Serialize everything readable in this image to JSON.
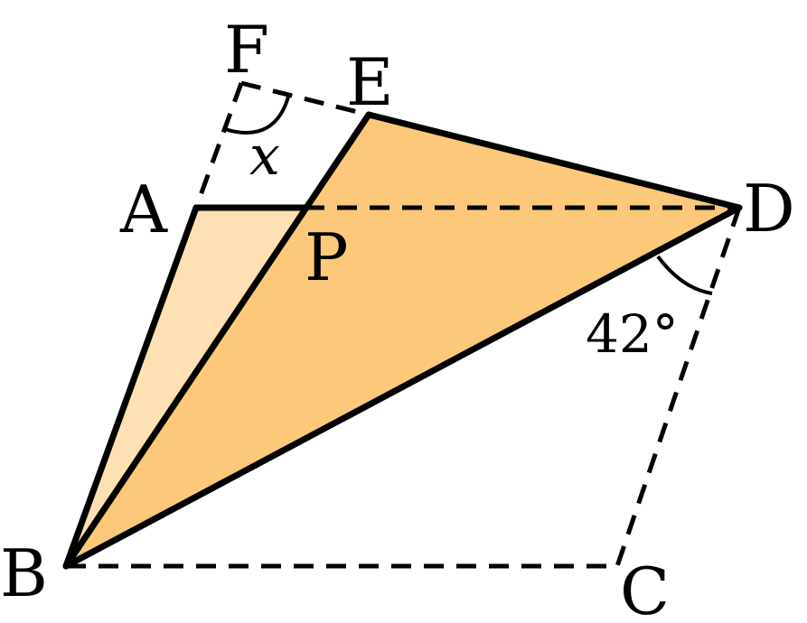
{
  "labels": {
    "A": "A",
    "B": "B",
    "C": "C",
    "D": "D",
    "E": "E",
    "F": "F",
    "P": "P",
    "angle_x": "x",
    "angle_42": "42°"
  },
  "colors": {
    "light_fill": "#FDE1B5",
    "dark_fill": "#FCC97A",
    "stroke": "#000000"
  }
}
